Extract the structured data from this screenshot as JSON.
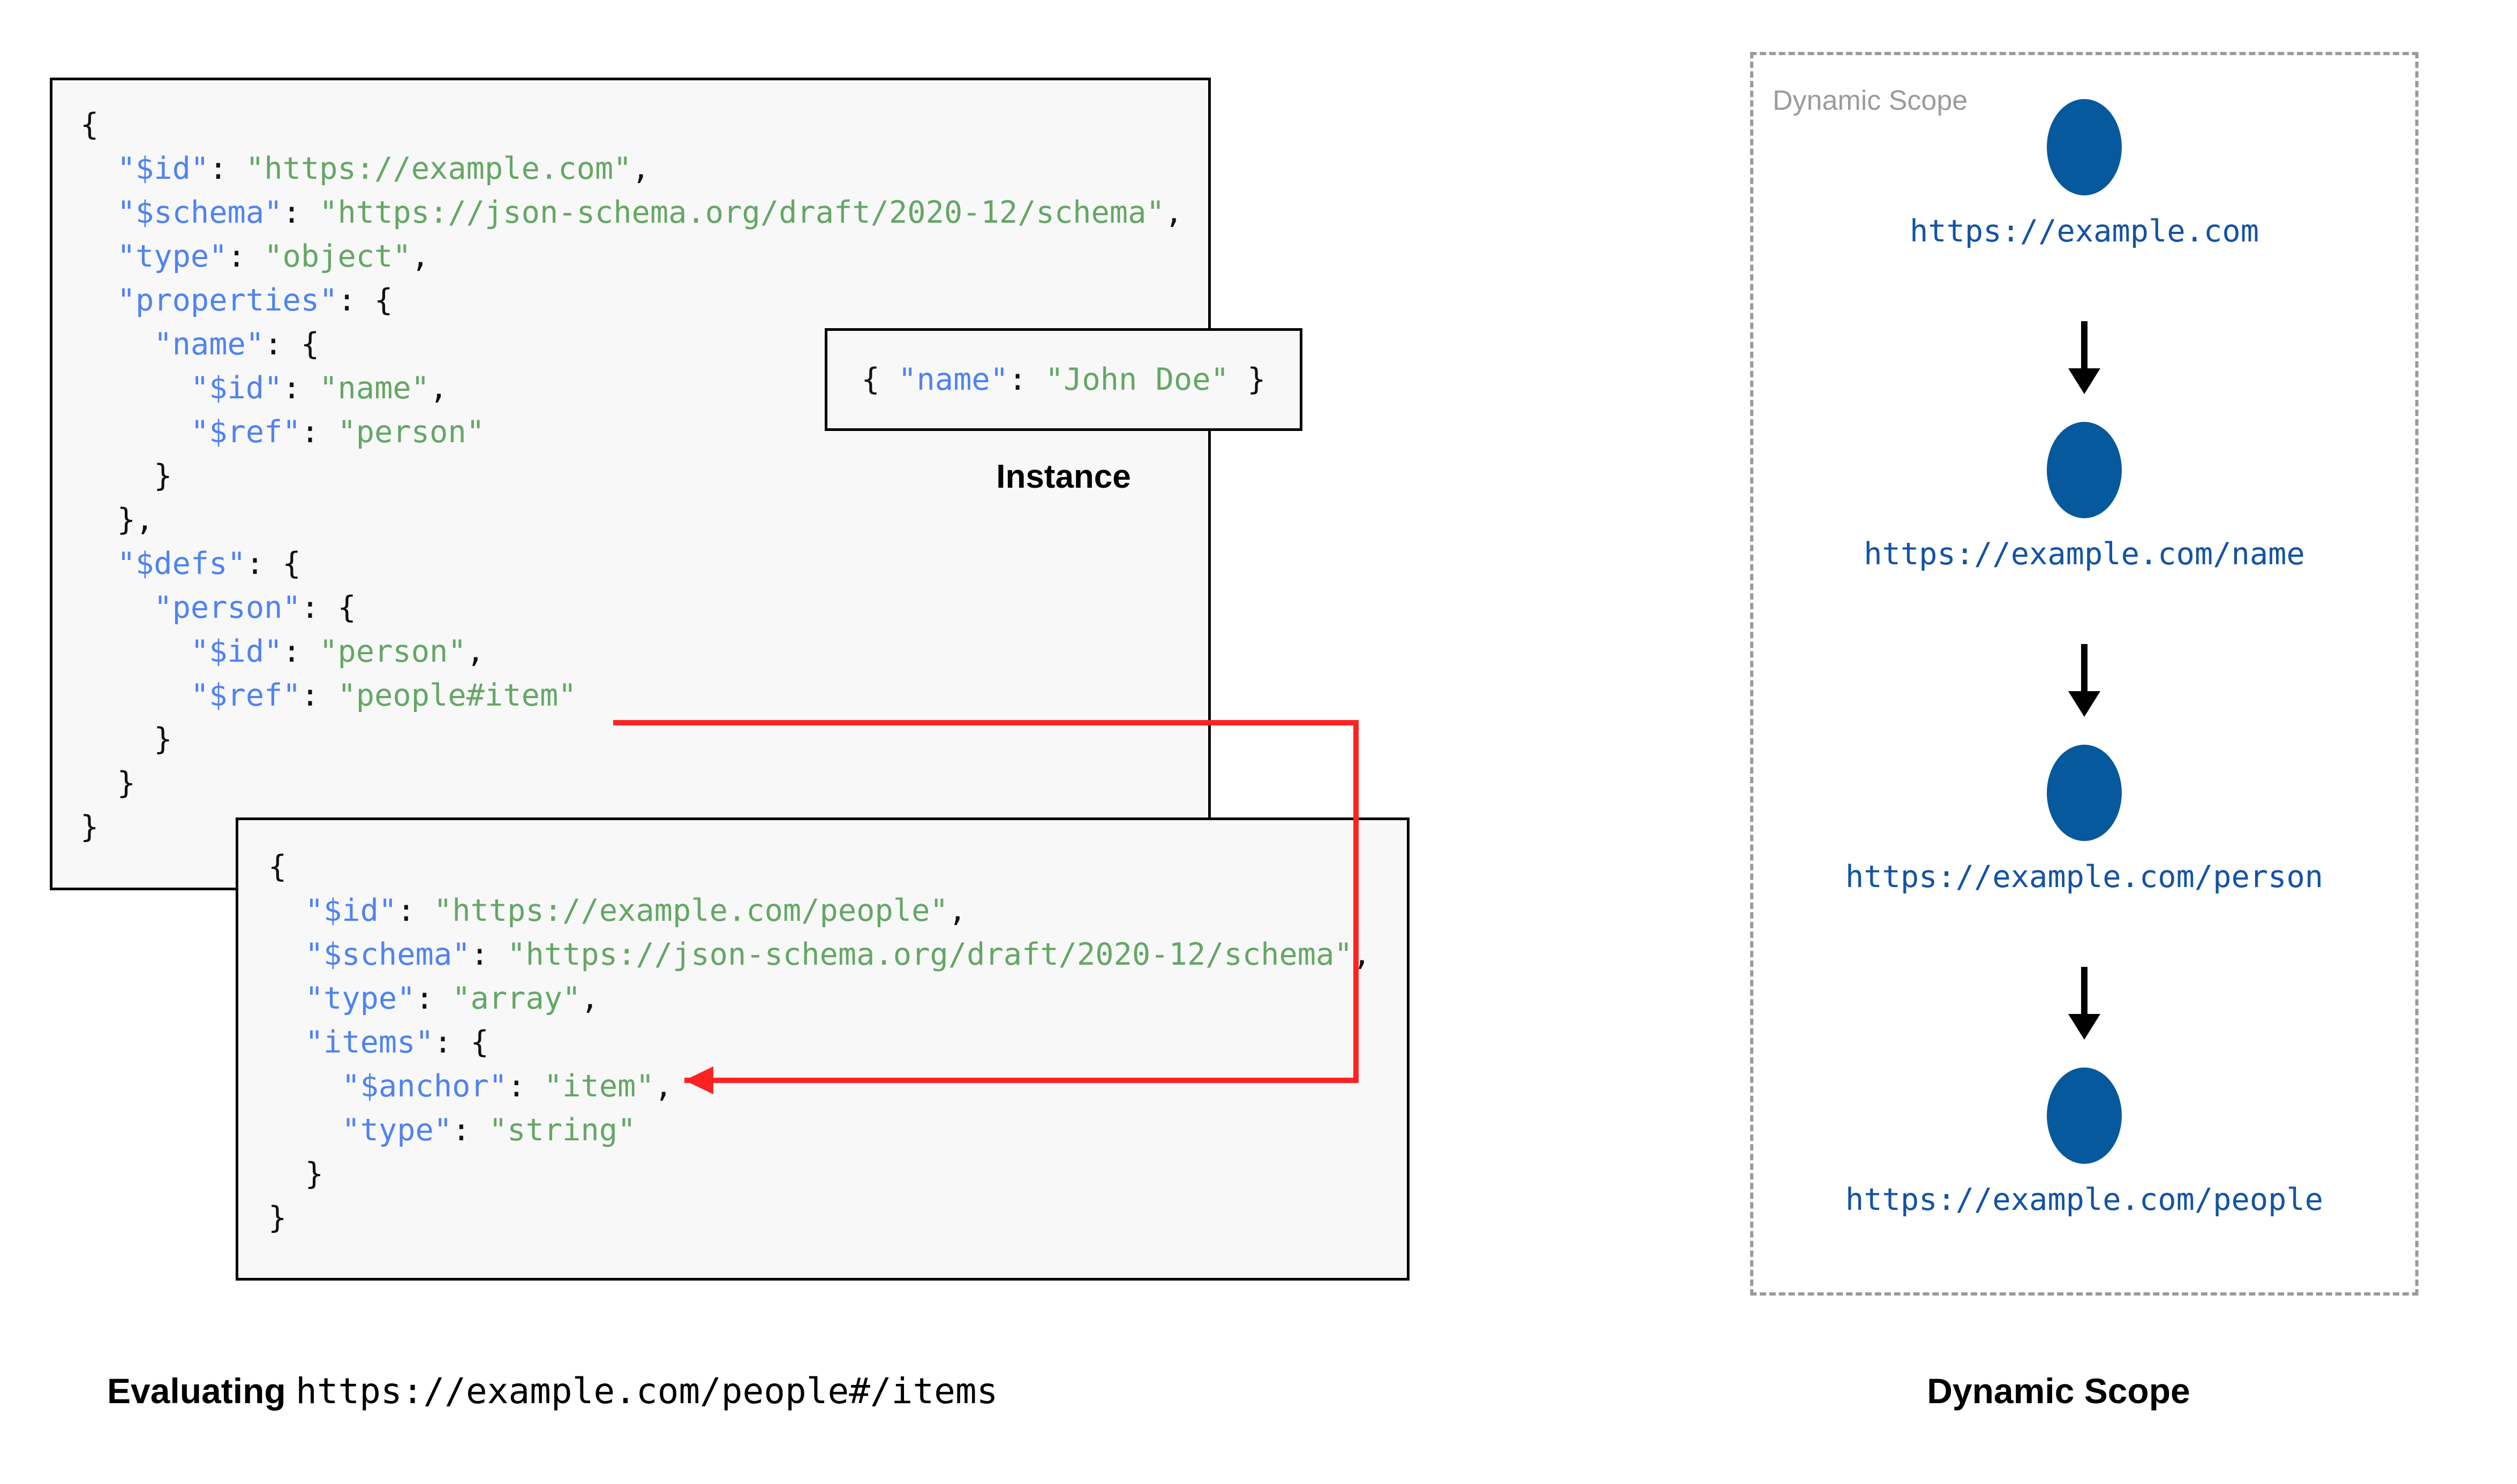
{
  "schema_box": {
    "lines": [
      [
        {
          "t": "{",
          "c": "p"
        }
      ],
      [
        {
          "t": "  ",
          "c": "p"
        },
        {
          "t": "\"$id\"",
          "c": "k"
        },
        {
          "t": ": ",
          "c": "p"
        },
        {
          "t": "\"https://example.com\"",
          "c": "s"
        },
        {
          "t": ",",
          "c": "p"
        }
      ],
      [
        {
          "t": "  ",
          "c": "p"
        },
        {
          "t": "\"$schema\"",
          "c": "k"
        },
        {
          "t": ": ",
          "c": "p"
        },
        {
          "t": "\"https://json-schema.org/draft/2020-12/schema\"",
          "c": "s"
        },
        {
          "t": ",",
          "c": "p"
        }
      ],
      [
        {
          "t": "  ",
          "c": "p"
        },
        {
          "t": "\"type\"",
          "c": "k"
        },
        {
          "t": ": ",
          "c": "p"
        },
        {
          "t": "\"object\"",
          "c": "s"
        },
        {
          "t": ",",
          "c": "p"
        }
      ],
      [
        {
          "t": "  ",
          "c": "p"
        },
        {
          "t": "\"properties\"",
          "c": "k"
        },
        {
          "t": ": {",
          "c": "p"
        }
      ],
      [
        {
          "t": "    ",
          "c": "p"
        },
        {
          "t": "\"name\"",
          "c": "k"
        },
        {
          "t": ": {",
          "c": "p"
        }
      ],
      [
        {
          "t": "      ",
          "c": "p"
        },
        {
          "t": "\"$id\"",
          "c": "k"
        },
        {
          "t": ": ",
          "c": "p"
        },
        {
          "t": "\"name\"",
          "c": "s"
        },
        {
          "t": ",",
          "c": "p"
        }
      ],
      [
        {
          "t": "      ",
          "c": "p"
        },
        {
          "t": "\"$ref\"",
          "c": "k"
        },
        {
          "t": ": ",
          "c": "p"
        },
        {
          "t": "\"person\"",
          "c": "s"
        }
      ],
      [
        {
          "t": "    }",
          "c": "p"
        }
      ],
      [
        {
          "t": "  },",
          "c": "p"
        }
      ],
      [
        {
          "t": "  ",
          "c": "p"
        },
        {
          "t": "\"$defs\"",
          "c": "k"
        },
        {
          "t": ": {",
          "c": "p"
        }
      ],
      [
        {
          "t": "    ",
          "c": "p"
        },
        {
          "t": "\"person\"",
          "c": "k"
        },
        {
          "t": ": {",
          "c": "p"
        }
      ],
      [
        {
          "t": "      ",
          "c": "p"
        },
        {
          "t": "\"$id\"",
          "c": "k"
        },
        {
          "t": ": ",
          "c": "p"
        },
        {
          "t": "\"person\"",
          "c": "s"
        },
        {
          "t": ",",
          "c": "p"
        }
      ],
      [
        {
          "t": "      ",
          "c": "p"
        },
        {
          "t": "\"$ref\"",
          "c": "k"
        },
        {
          "t": ": ",
          "c": "p"
        },
        {
          "t": "\"people#item\"",
          "c": "s"
        }
      ],
      [
        {
          "t": "    }",
          "c": "p"
        }
      ],
      [
        {
          "t": "  }",
          "c": "p"
        }
      ],
      [
        {
          "t": "}",
          "c": "p"
        }
      ]
    ]
  },
  "people_box": {
    "lines": [
      [
        {
          "t": "{",
          "c": "p"
        }
      ],
      [
        {
          "t": "  ",
          "c": "p"
        },
        {
          "t": "\"$id\"",
          "c": "k"
        },
        {
          "t": ": ",
          "c": "p"
        },
        {
          "t": "\"https://example.com/people\"",
          "c": "s"
        },
        {
          "t": ",",
          "c": "p"
        }
      ],
      [
        {
          "t": "  ",
          "c": "p"
        },
        {
          "t": "\"$schema\"",
          "c": "k"
        },
        {
          "t": ": ",
          "c": "p"
        },
        {
          "t": "\"https://json-schema.org/draft/2020-12/schema\"",
          "c": "s"
        },
        {
          "t": ",",
          "c": "p"
        }
      ],
      [
        {
          "t": "  ",
          "c": "p"
        },
        {
          "t": "\"type\"",
          "c": "k"
        },
        {
          "t": ": ",
          "c": "p"
        },
        {
          "t": "\"array\"",
          "c": "s"
        },
        {
          "t": ",",
          "c": "p"
        }
      ],
      [
        {
          "t": "  ",
          "c": "p"
        },
        {
          "t": "\"items\"",
          "c": "k"
        },
        {
          "t": ": {",
          "c": "p"
        }
      ],
      [
        {
          "t": "    ",
          "c": "p"
        },
        {
          "t": "\"$anchor\"",
          "c": "k"
        },
        {
          "t": ": ",
          "c": "p"
        },
        {
          "t": "\"item\"",
          "c": "s"
        },
        {
          "t": ",",
          "c": "p"
        }
      ],
      [
        {
          "t": "    ",
          "c": "p"
        },
        {
          "t": "\"type\"",
          "c": "k"
        },
        {
          "t": ": ",
          "c": "p"
        },
        {
          "t": "\"string\"",
          "c": "s"
        }
      ],
      [
        {
          "t": "  }",
          "c": "p"
        }
      ],
      [
        {
          "t": "}",
          "c": "p"
        }
      ]
    ]
  },
  "instance_box": {
    "open_brace": "{ ",
    "key": "\"name\"",
    "colon": ": ",
    "value": "\"John Doe\"",
    "close_brace": " }",
    "caption": "Instance"
  },
  "captions": {
    "evaluating_label": "Evaluating ",
    "evaluating_url": "https://example.com/people#/items",
    "dynamic_scope": "Dynamic Scope"
  },
  "scope_panel": {
    "label": "Dynamic Scope",
    "nodes": [
      {
        "label": "https://example.com"
      },
      {
        "label": "https://example.com/name"
      },
      {
        "label": "https://example.com/person"
      },
      {
        "label": "https://example.com/people"
      }
    ]
  },
  "colors": {
    "key_blue": "#4f83f1",
    "string_green": "#64a765",
    "node_blue": "#05599C",
    "node_label_blue": "#1353a4",
    "dashed_gray": "#9b9b9b",
    "ref_arrow_red": "#ff2222",
    "box_fill": "#f8f8f8",
    "box_border": "#000000"
  }
}
